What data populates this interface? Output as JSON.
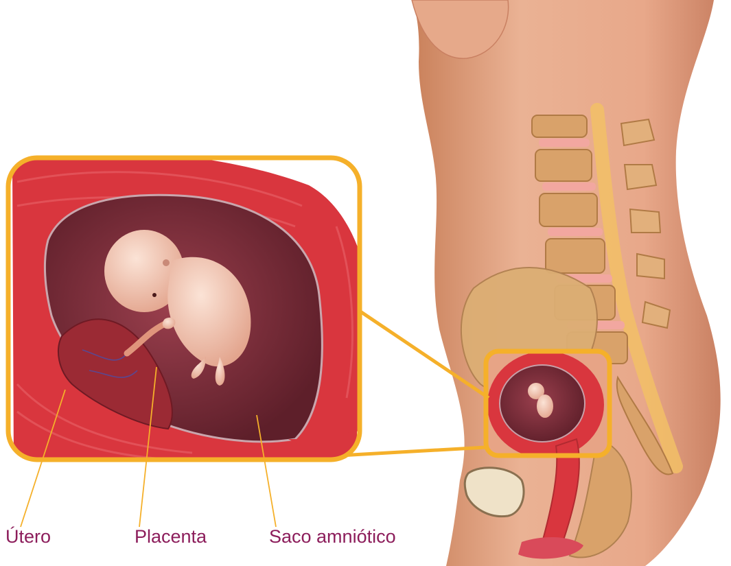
{
  "labels": {
    "utero": "Útero",
    "placenta": "Placenta",
    "saco_amniotico": "Saco amniótico"
  },
  "colors": {
    "label_text": "#8c1d5b",
    "callout_frame": "#f5b02a",
    "leader_line": "#f5b02a",
    "uterus_wall": "#d9363e",
    "amniotic_cavity": "#7a2a38",
    "skin": "#e0a07a",
    "bone": "#d8a86a",
    "embryo": "#f3c9b6"
  },
  "icons": {
    "magnifier_frame": "rounded-square-callout",
    "zoom_connector": "leader-lines"
  }
}
